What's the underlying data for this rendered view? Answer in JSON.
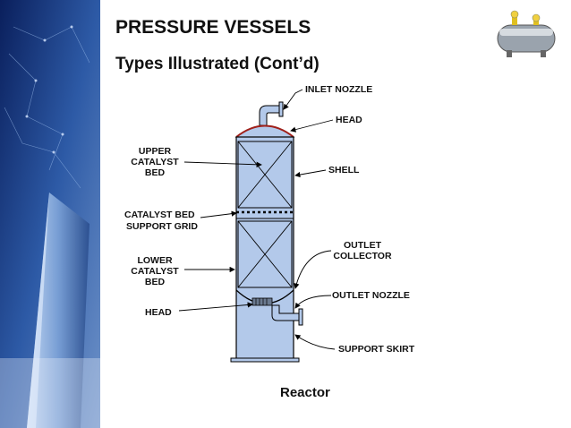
{
  "slide": {
    "title": "PRESSURE VESSELS",
    "subtitle": "Types Illustrated (Cont’d)",
    "caption": "Reactor"
  },
  "labels": {
    "inlet_nozzle": "INLET NOZZLE",
    "head_top": "HEAD",
    "upper_catalyst_bed": [
      "UPPER",
      "CATALYST",
      "BED"
    ],
    "shell": "SHELL",
    "catalyst_bed_support_grid": [
      "CATALYST BED",
      "SUPPORT GRID"
    ],
    "outlet_collector": [
      "OUTLET",
      "COLLECTOR"
    ],
    "lower_catalyst_bed": [
      "LOWER",
      "CATALYST",
      "BED"
    ],
    "outlet_nozzle": "OUTLET NOZZLE",
    "head_bottom": "HEAD",
    "support_skirt": "SUPPORT SKIRT"
  },
  "colors": {
    "vessel_fill": "#b3c9ea",
    "vessel_stroke": "#000000",
    "head_top_stroke": "#a0201a",
    "sidebar_dark": "#0a1f5c",
    "sidebar_light": "#6f93c9"
  }
}
